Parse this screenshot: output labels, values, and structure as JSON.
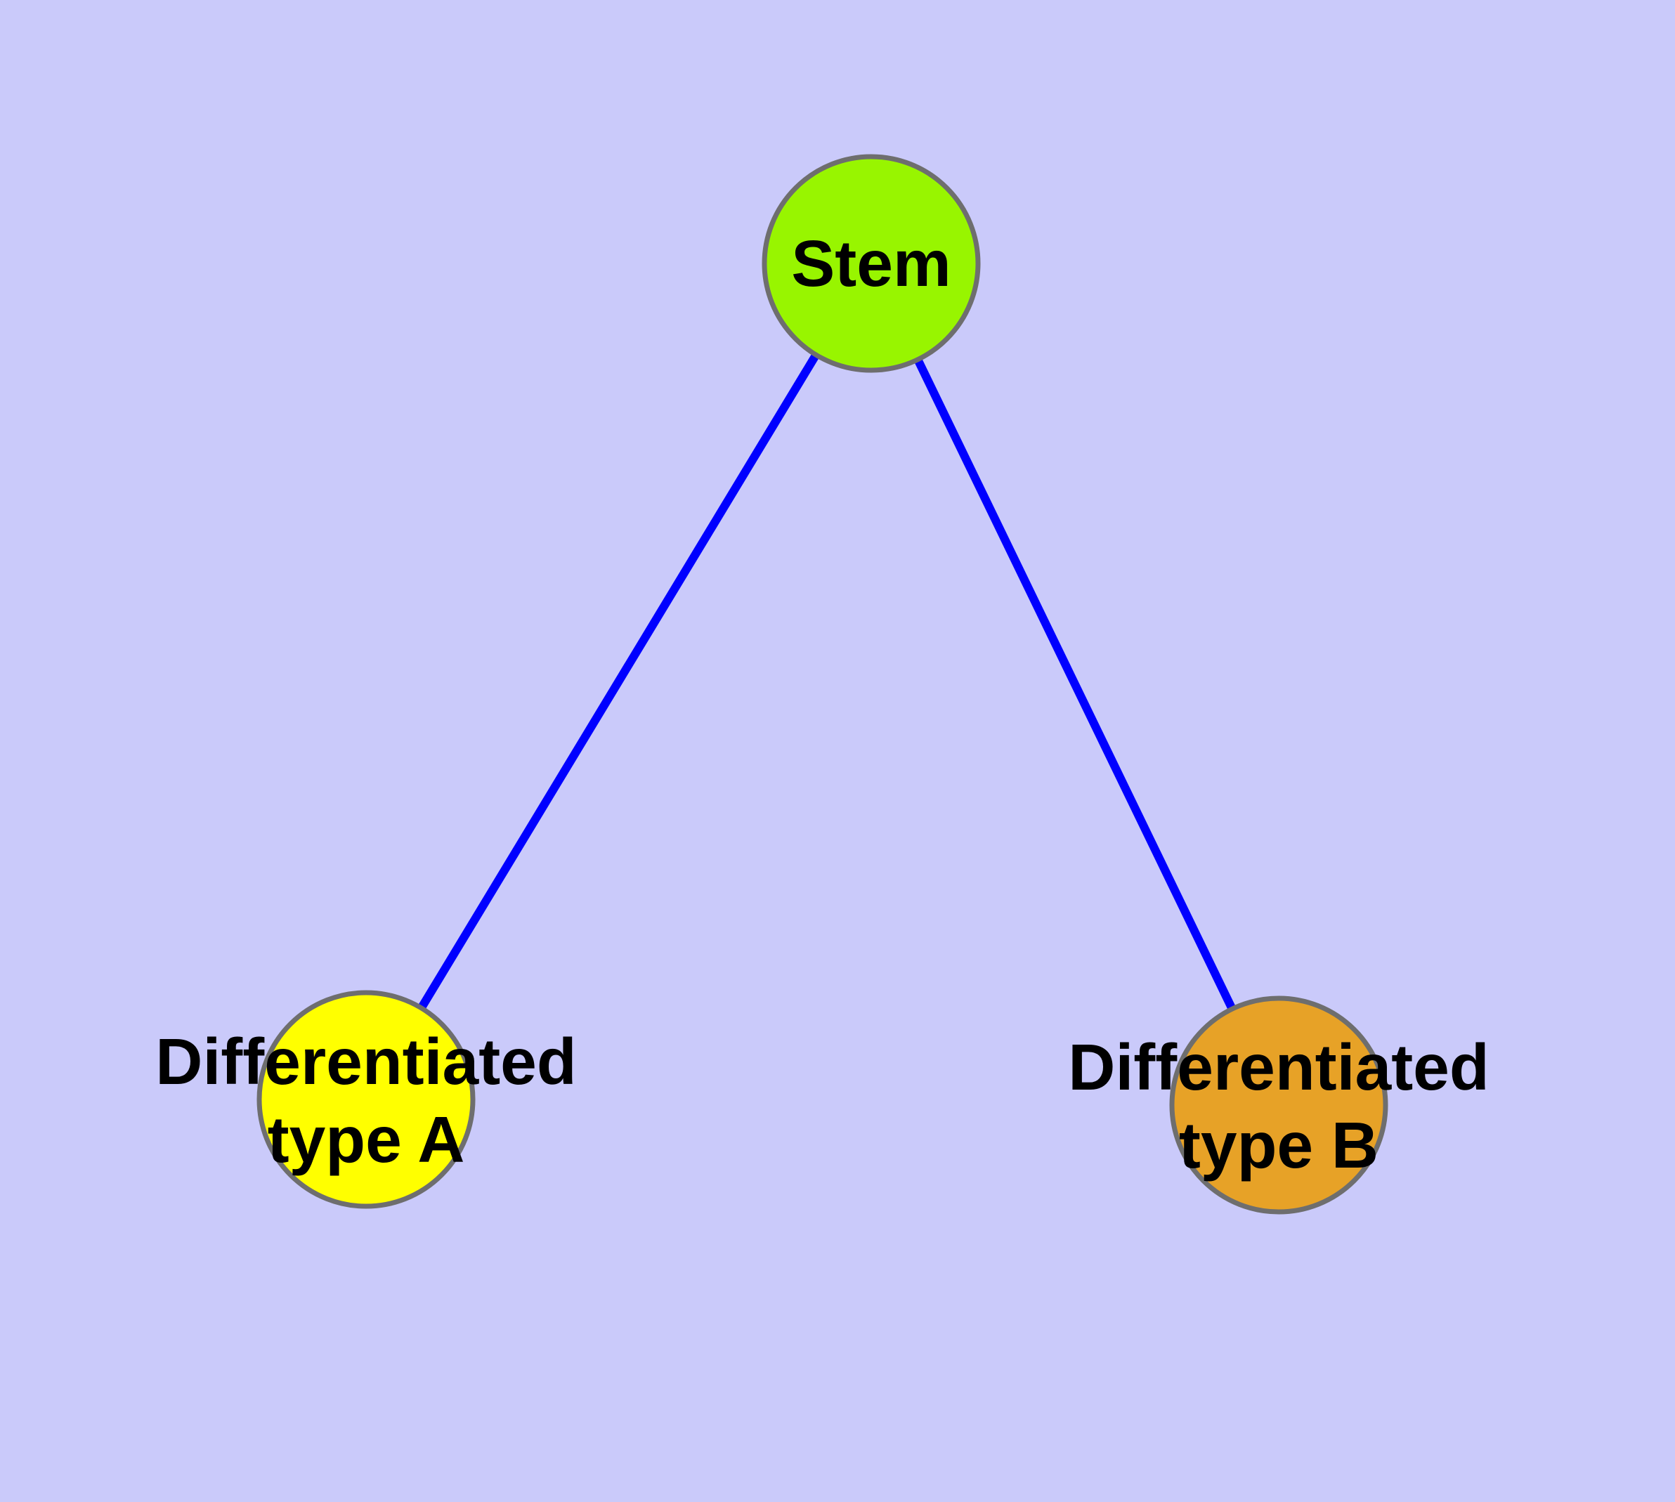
{
  "diagram": {
    "type": "graph",
    "background_color": "#CACAFA",
    "edge_color": "#0000FF",
    "node_border_color": "#6E6E6E",
    "label_color": "#000000",
    "nodes": [
      {
        "id": "stem",
        "label": "Stem",
        "fill_color": "#98F500"
      },
      {
        "id": "differentiated-type-a",
        "label": "Differentiated type A",
        "label_line1": "Differentiated",
        "label_line2": "type A",
        "fill_color": "#FFFF00"
      },
      {
        "id": "differentiated-type-b",
        "label": "Differentiated type B",
        "label_line1": "Differentiated",
        "label_line2": "type B",
        "fill_color": "#E7A227"
      }
    ],
    "edges": [
      {
        "from": "Stem",
        "to": "Differentiated type A"
      },
      {
        "from": "Stem",
        "to": "Differentiated type B"
      }
    ]
  }
}
